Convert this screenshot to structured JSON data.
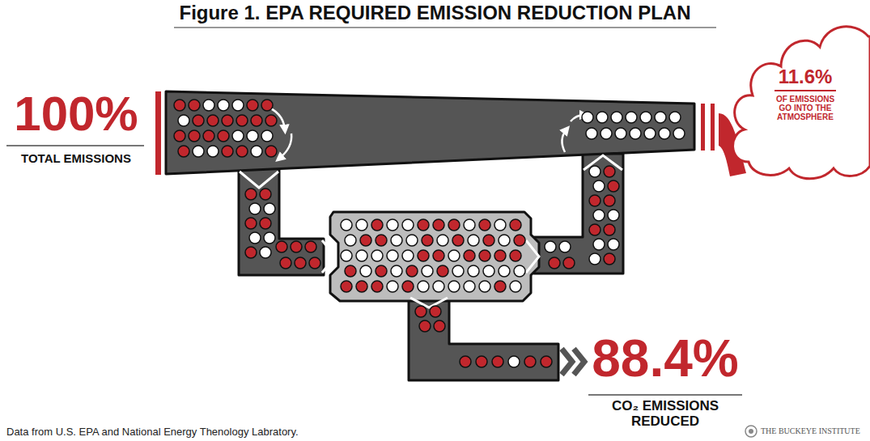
{
  "diagram": {
    "title": "Figure 1. EPA REQUIRED EMISSION REDUCTION PLAN",
    "caption": "Data from U.S. EPA and National Energy Thenology Labratory.",
    "nodes": [
      {
        "text": [
          "11.6%",
          "OF EMISSIONS GO INTO THE ATMOSPHERE"
        ]
      }
    ],
    "labels": [
      "100%",
      "TOTAL EMISSIONS",
      "88.4%",
      "CO₂ EMISSIONS REDUCED",
      "THE BUCKEYE INSTITUTE"
    ]
  }
}
